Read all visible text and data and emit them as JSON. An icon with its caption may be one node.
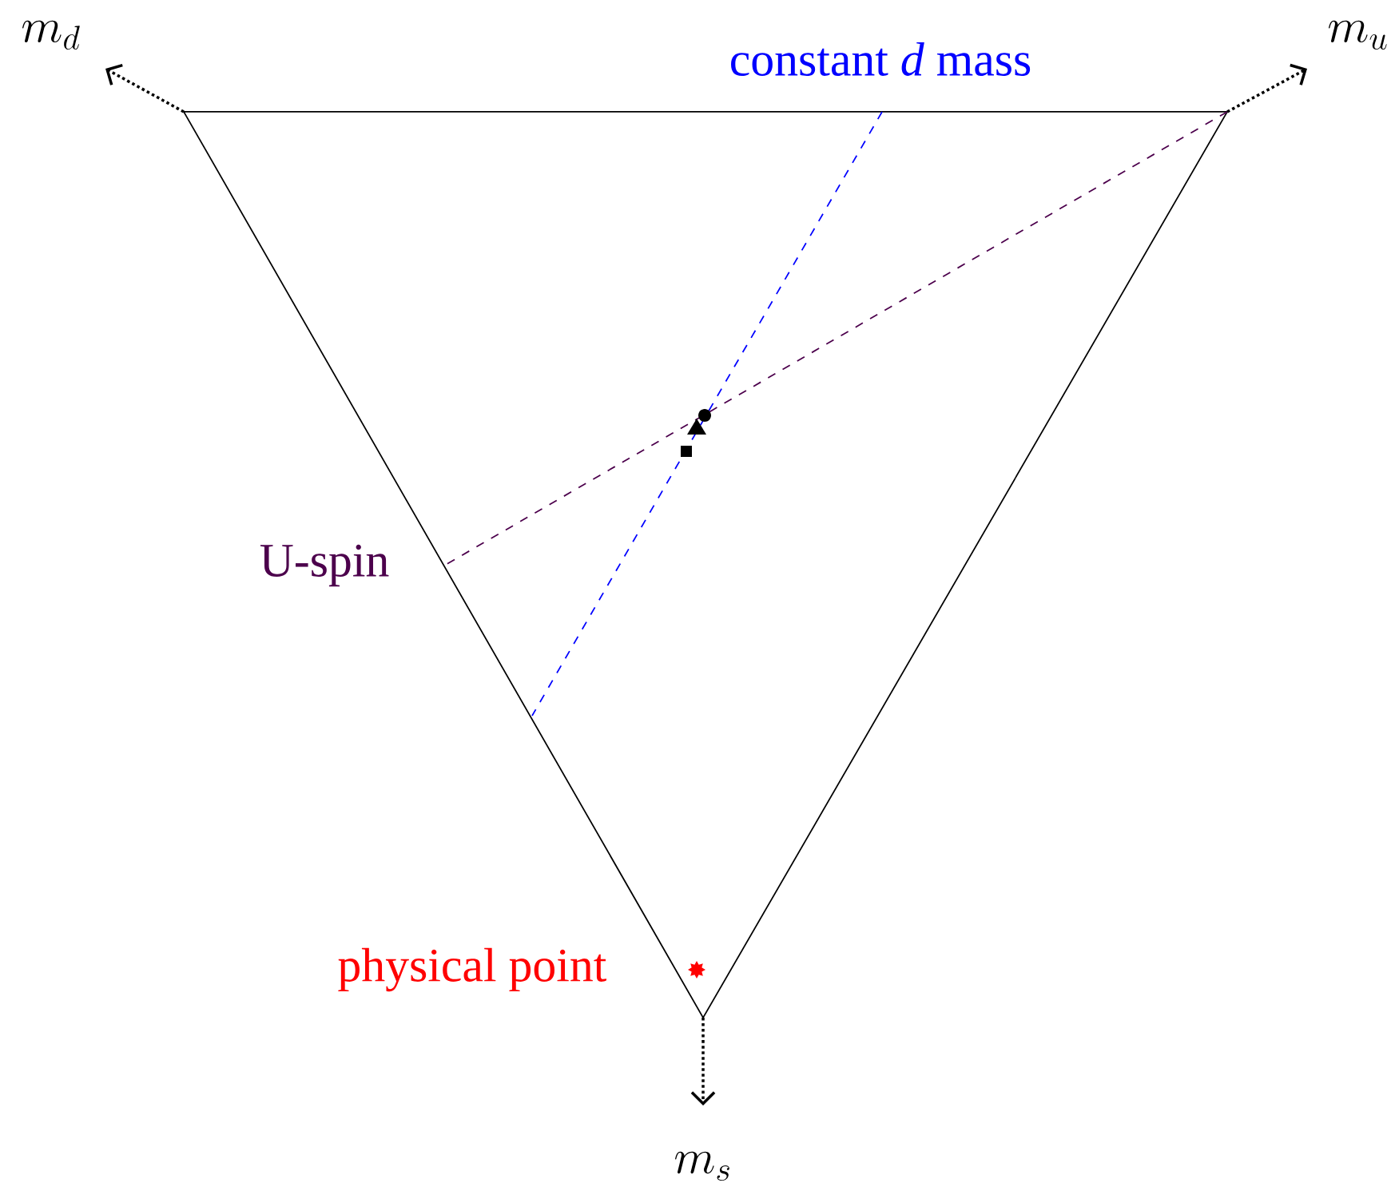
{
  "diagram": {
    "labels": [
      "m_d",
      "m_u",
      "constant *d* mass",
      "U-spin",
      "physical point",
      "m_s"
    ]
  }
}
